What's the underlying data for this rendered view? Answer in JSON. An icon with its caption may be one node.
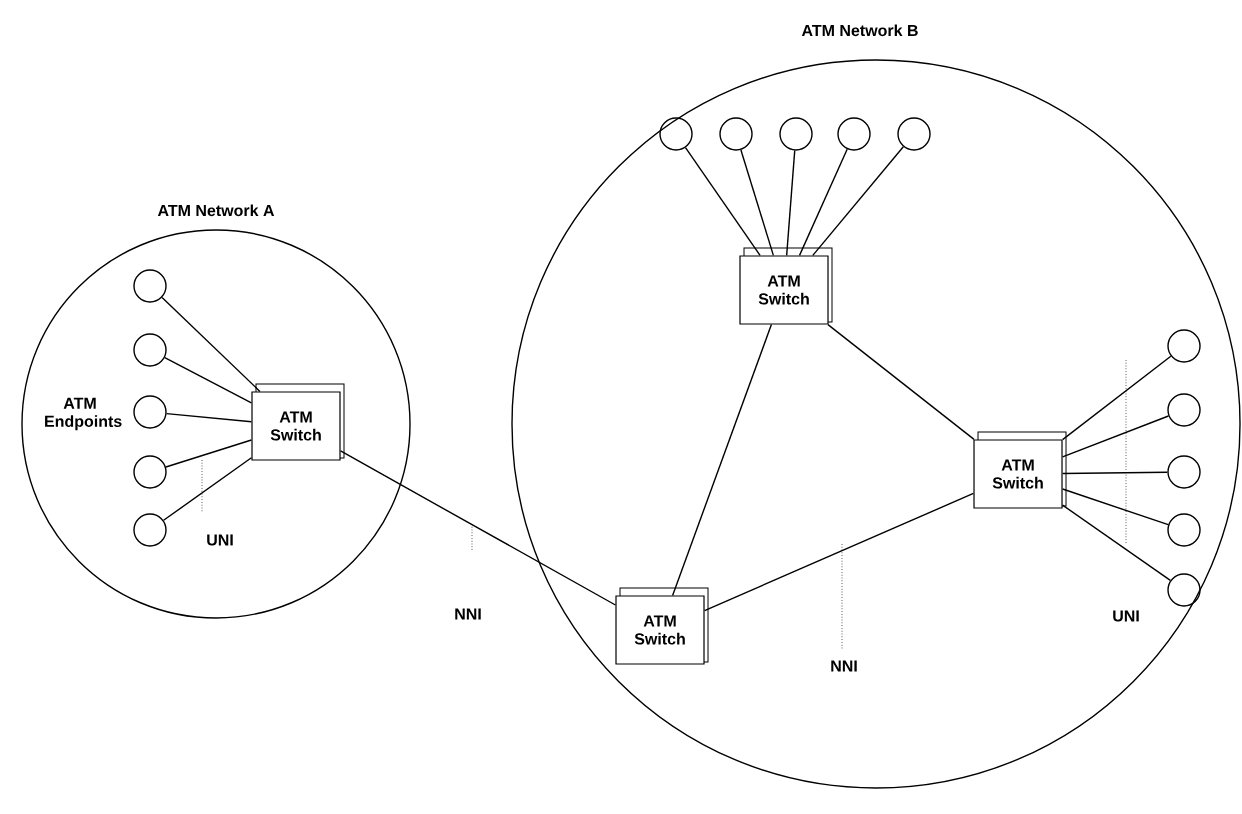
{
  "diagram": {
    "nodes": [
      {
        "text": [
          "ATM Network A"
        ]
      },
      {
        "text": [
          "ATM Switch"
        ],
        "in": 0
      },
      {
        "text": [],
        "shape": "circle",
        "in": 0
      },
      {
        "text": [],
        "shape": "circle",
        "in": 0
      },
      {
        "text": [],
        "shape": "circle",
        "in": 0
      },
      {
        "text": [],
        "shape": "circle",
        "in": 0
      },
      {
        "text": [],
        "shape": "circle",
        "in": 0
      },
      {
        "text": [
          "ATM Network B"
        ]
      },
      {
        "text": [],
        "shape": "circle",
        "in": 7
      },
      {
        "text": [],
        "shape": "circle",
        "in": 7
      },
      {
        "text": [],
        "shape": "circle",
        "in": 7
      },
      {
        "text": [],
        "shape": "circle",
        "in": 7
      },
      {
        "text": [],
        "shape": "circle",
        "in": 7
      },
      {
        "text": [
          "ATM Switch"
        ],
        "in": 7
      },
      {
        "text": [
          "ATM Switch"
        ],
        "in": 7
      },
      {
        "text": [],
        "shape": "circle",
        "in": 7
      },
      {
        "text": [],
        "shape": "circle",
        "in": 7
      },
      {
        "text": [],
        "shape": "circle",
        "in": 7
      },
      {
        "text": [],
        "shape": "circle",
        "in": 7
      },
      {
        "text": [],
        "shape": "circle",
        "in": 7
      },
      {
        "text": [
          "ATM Switch"
        ],
        "in": 7
      }
    ],
    "edges": [
      {
        "from": 2,
        "to": 1,
        "arrow": "none"
      },
      {
        "from": 3,
        "to": 1,
        "arrow": "none"
      },
      {
        "from": 4,
        "to": 1,
        "arrow": "none"
      },
      {
        "from": 5,
        "to": 1,
        "arrow": "none"
      },
      {
        "from": 6,
        "to": 1,
        "arrow": "none"
      },
      {
        "from": 8,
        "to": 13,
        "arrow": "none"
      },
      {
        "from": 9,
        "to": 13,
        "arrow": "none"
      },
      {
        "from": 10,
        "to": 13,
        "arrow": "none"
      },
      {
        "from": 11,
        "to": 13,
        "arrow": "none"
      },
      {
        "from": 12,
        "to": 13,
        "arrow": "none"
      },
      {
        "from": 15,
        "to": 14,
        "arrow": "none"
      },
      {
        "from": 16,
        "to": 14,
        "arrow": "none"
      },
      {
        "from": 17,
        "to": 14,
        "arrow": "none"
      },
      {
        "from": 18,
        "to": 14,
        "arrow": "none"
      },
      {
        "from": 19,
        "to": 14,
        "arrow": "none"
      },
      {
        "from": 1,
        "to": 20,
        "arrow": "none"
      },
      {
        "from": 13,
        "to": 20,
        "arrow": "none"
      },
      {
        "from": 13,
        "to": 14,
        "arrow": "none"
      },
      {
        "from": 20,
        "to": 14,
        "arrow": "none"
      }
    ],
    "labels": [
      "ATM Endpoints",
      "UNI",
      "NNI",
      "NNI",
      "UNI"
    ]
  }
}
